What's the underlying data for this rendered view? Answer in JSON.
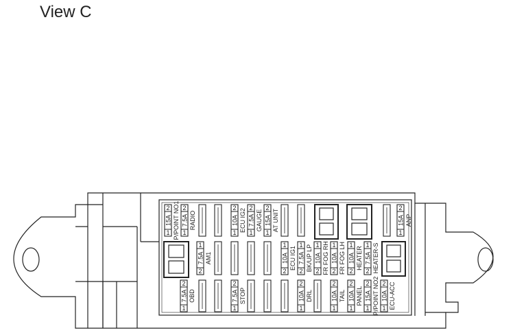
{
  "view": {
    "title": "View C"
  },
  "fuses": {
    "top": [
      {
        "amp": "15A",
        "pin_top": "2",
        "pin_bottom": "1",
        "name": "P/POINT NO1"
      },
      {
        "amp": "7.5A",
        "pin_top": "2",
        "pin_bottom": "1",
        "name": "RADIO"
      },
      {
        "amp": "10A",
        "pin_top": "2",
        "pin_bottom": "1",
        "name": "ECU IG2"
      },
      {
        "amp": "7.5A",
        "pin_top": "2",
        "pin_bottom": "1",
        "name": "GAUGE"
      },
      {
        "amp": "15A",
        "pin_top": "2",
        "pin_bottom": "1",
        "name": "AT UNIT"
      },
      {
        "amp": "15A",
        "pin_top": "2",
        "pin_bottom": "1",
        "name": "ANP"
      }
    ],
    "middle": [
      {
        "amp": "7.5A",
        "pin_top": "1",
        "pin_bottom": "2",
        "name": "AM1"
      },
      {
        "amp": "10A",
        "pin_top": "1",
        "pin_bottom": "2",
        "name": "ECU IG1"
      },
      {
        "amp": "7.5A",
        "pin_top": "1",
        "pin_bottom": "2",
        "name": "BK/UP LP"
      },
      {
        "amp": "10A",
        "pin_top": "1",
        "pin_bottom": "2",
        "name": "FR FOG RH"
      },
      {
        "amp": "10A",
        "pin_top": "1",
        "pin_bottom": "2",
        "name": "FR FOG LH"
      },
      {
        "amp": "10A",
        "pin_top": "1",
        "pin_bottom": "2",
        "name": "HEATER"
      },
      {
        "amp": "7.5A",
        "pin_top": "1",
        "pin_bottom": "2",
        "name": "HEATER-S"
      }
    ],
    "bottom": [
      {
        "amp": "7.5A",
        "pin_top": "2",
        "pin_bottom": "1",
        "name": "OBD"
      },
      {
        "amp": "7.5A",
        "pin_top": "2",
        "pin_bottom": "1",
        "name": "STOP"
      },
      {
        "amp": "10A",
        "pin_top": "2",
        "pin_bottom": "1",
        "name": "DRL"
      },
      {
        "amp": "10A",
        "pin_top": "2",
        "pin_bottom": "1",
        "name": "TAIL"
      },
      {
        "amp": "10A",
        "pin_top": "2",
        "pin_bottom": "1",
        "name": "PANEL"
      },
      {
        "amp": "15A",
        "pin_top": "2",
        "pin_bottom": "1",
        "name": "P/POINT NO2"
      },
      {
        "amp": "10A",
        "pin_top": "2",
        "pin_bottom": "1",
        "name": "ECU-ACC"
      }
    ]
  }
}
